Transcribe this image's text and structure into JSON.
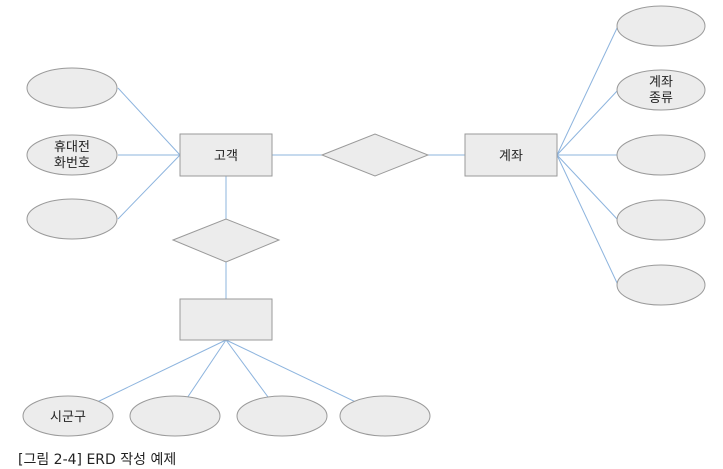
{
  "entities": {
    "customer": "고객",
    "account": "계좌",
    "unnamed": ""
  },
  "attributes": {
    "customer_attr_1": "",
    "customer_phone": [
      "휴대전",
      "화번호"
    ],
    "customer_attr_3": "",
    "account_attr_1": "",
    "account_type": [
      "계좌",
      "종류"
    ],
    "account_attr_3": "",
    "account_attr_4": "",
    "account_attr_5": "",
    "entity3_city": "시군구",
    "entity3_attr_2": "",
    "entity3_attr_3": "",
    "entity3_attr_4": ""
  },
  "relationships": {
    "customer_account": "",
    "customer_entity3": ""
  },
  "caption": "[그림 2-4] ERD 작성 예제"
}
